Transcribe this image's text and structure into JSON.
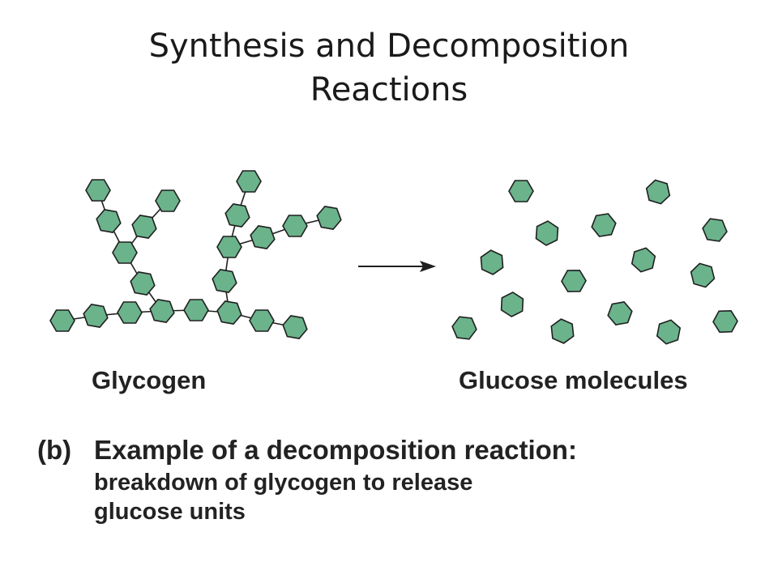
{
  "slide": {
    "title": "Synthesis and Decomposition Reactions"
  },
  "diagram": {
    "reactant_label": "Glycogen",
    "product_label": "Glucose molecules",
    "caption": {
      "tag": "(b)",
      "heading": "Example of a decomposition reaction:",
      "line1": "breakdown of glycogen to release",
      "line2": "glucose units"
    },
    "colors": {
      "hexagon_fill": "#6bb38b",
      "hexagon_stroke": "#1f1f1f",
      "bond": "#1f1f1f",
      "arrow": "#1f1f1f"
    }
  }
}
